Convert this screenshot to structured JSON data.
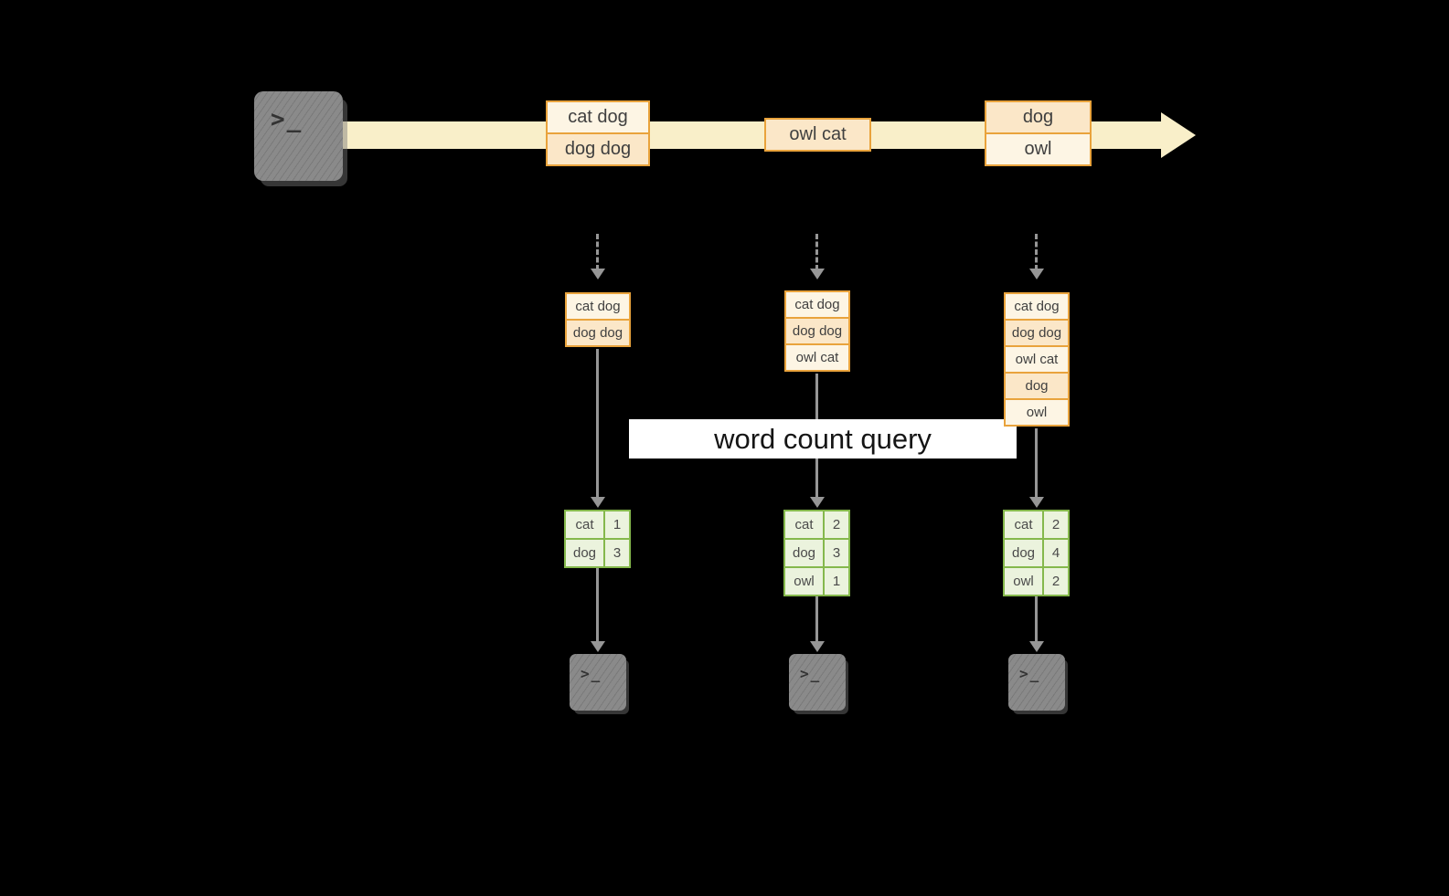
{
  "diagram": {
    "query_label": "word count query",
    "terminal_prompt": ">_",
    "timeline_events": [
      {
        "lines": [
          "cat dog",
          "dog dog"
        ]
      },
      {
        "lines": [
          "owl cat"
        ]
      },
      {
        "lines": [
          "dog",
          "owl"
        ]
      }
    ],
    "columns": [
      {
        "stack": [
          "cat dog",
          "dog dog"
        ],
        "result": [
          [
            "cat",
            "1"
          ],
          [
            "dog",
            "3"
          ]
        ]
      },
      {
        "stack": [
          "cat dog",
          "dog dog",
          "owl cat"
        ],
        "result": [
          [
            "cat",
            "2"
          ],
          [
            "dog",
            "3"
          ],
          [
            "owl",
            "1"
          ]
        ]
      },
      {
        "stack": [
          "cat dog",
          "dog dog",
          "owl cat",
          "dog",
          "owl"
        ],
        "result": [
          [
            "cat",
            "2"
          ],
          [
            "dog",
            "4"
          ],
          [
            "owl",
            "2"
          ]
        ]
      }
    ],
    "colors": {
      "background": "#000000",
      "timeline_fill": "#f9efc9",
      "event_border": "#e9a33c",
      "event_fill_light": "#fdf5e4",
      "event_fill_dark": "#fbe7c8",
      "result_border": "#85b84c",
      "result_fill": "#ebf3dd",
      "arrow_gray": "#969696",
      "terminal_gray": "#8a8a8a",
      "query_band_bg": "#ffffff",
      "query_text": "#151515"
    }
  }
}
